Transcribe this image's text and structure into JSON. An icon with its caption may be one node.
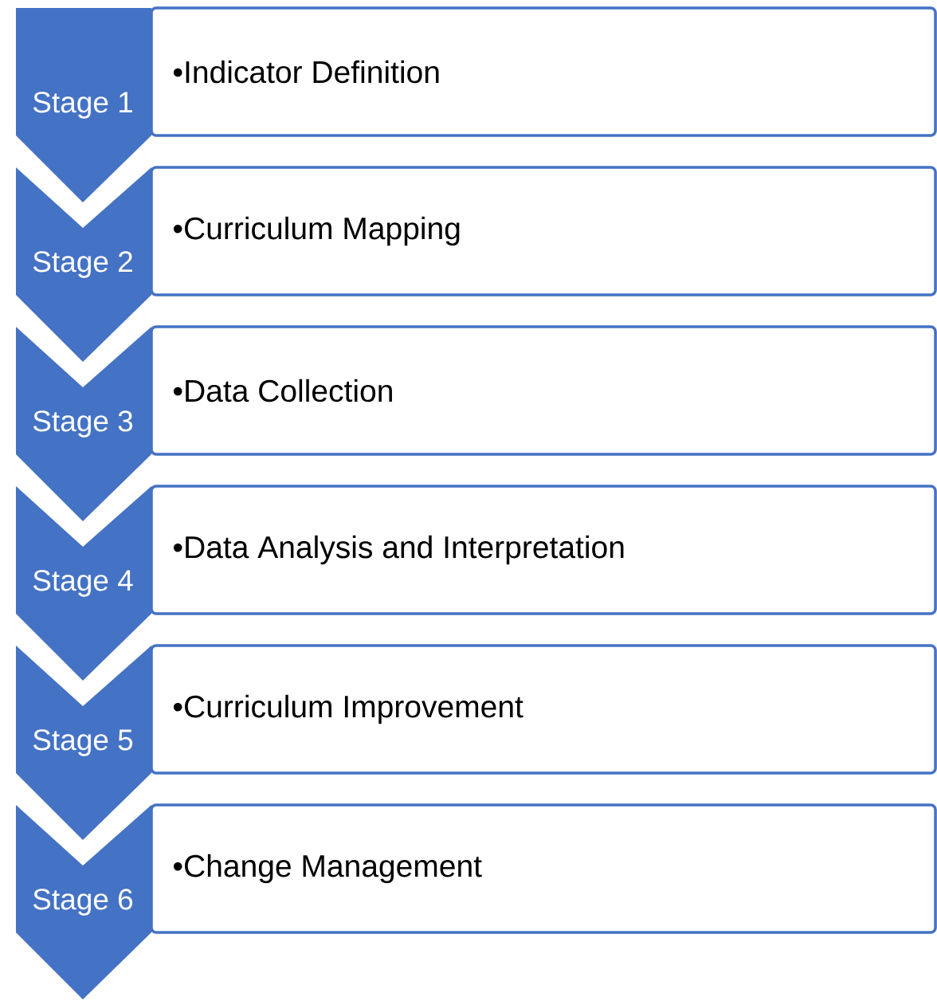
{
  "diagram": {
    "nodes": [
      {
        "text": [
          "Stage 1"
        ]
      },
      {
        "text": [
          "•Indicator Definition"
        ]
      },
      {
        "text": [
          "Stage 2"
        ]
      },
      {
        "text": [
          "•Curriculum Mapping"
        ]
      },
      {
        "text": [
          "Stage 3"
        ]
      },
      {
        "text": [
          "•Data Collection"
        ]
      },
      {
        "text": [
          "Stage 4"
        ]
      },
      {
        "text": [
          "•Data Analysis and Interpretation"
        ]
      },
      {
        "text": [
          "Stage 5"
        ]
      },
      {
        "text": [
          "•Curriculum Improvement"
        ]
      },
      {
        "text": [
          "Stage 6"
        ]
      },
      {
        "text": [
          "•Change Management"
        ]
      }
    ]
  }
}
